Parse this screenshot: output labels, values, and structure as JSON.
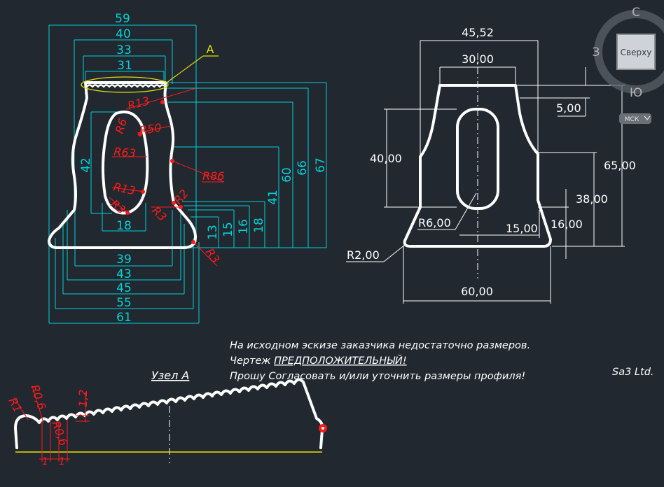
{
  "left_view": {
    "top_dims": [
      "59",
      "40",
      "33",
      "31"
    ],
    "bottom_dims": [
      "39",
      "43",
      "45",
      "55",
      "61"
    ],
    "vertical_dims": [
      "67",
      "66",
      "60",
      "41",
      "18",
      "16",
      "15",
      "13"
    ],
    "inner_height": "42",
    "inner_width": "18",
    "radii": [
      "R13",
      "R6",
      "R50",
      "R63",
      "R86",
      "R13",
      "R2",
      "R3",
      "R3",
      "R3"
    ],
    "callout": "A"
  },
  "right_view": {
    "top_width": "45,52",
    "inner_top_width": "30,00",
    "top_offset": "5,00",
    "slot_height": "40,00",
    "total_height": "65,00",
    "mid_height": "38,00",
    "base_height": "16,00",
    "slot_radius": "R6,00",
    "offset_15": "15,00",
    "corner_radius": "R2,00",
    "base_width": "60,00"
  },
  "detail": {
    "title": "Узел А",
    "r1": "R1",
    "r06a": "R0,6",
    "r06b": "R0,6",
    "h12": "1,2",
    "p1": "1",
    "p2": "1"
  },
  "note": {
    "line1": "На исходном эскизе заказчика недостаточно размеров.",
    "line2_prefix": "Чертеж ",
    "line2_emph": "ПРЕДПОЛОЖИТЕЛЬНЫЙ!",
    "line3": "Прошу Согласовать и/или уточнить размеры профиля!"
  },
  "company": "Sa3 Ltd.",
  "viewcube": {
    "north": "С",
    "south": "Ю",
    "west": "З",
    "face": "Сверху",
    "ucs": "МСК"
  },
  "colors": {
    "background": "#212830",
    "dimension": "#00d2d8",
    "radius": "#ff1a1a",
    "profile": "#ffffff",
    "callout": "#e8e000"
  }
}
